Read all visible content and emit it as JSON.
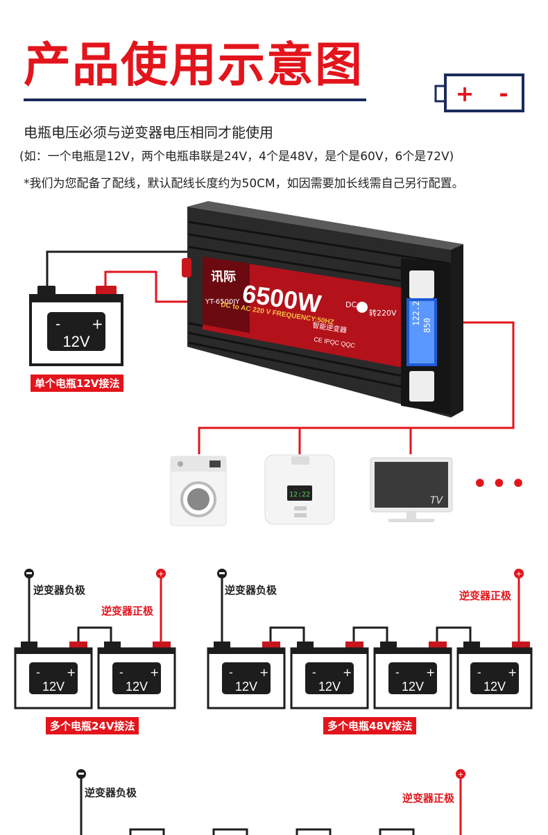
{
  "header": {
    "title": "产品使用示意图",
    "battery_icon": {
      "plus": "+",
      "minus": "-"
    }
  },
  "notes": {
    "line1": "电瓶电压必须与逆变器电压相同才能使用",
    "line2": "(如：一个电瓶是12V，两个电瓶串联是24V，4个是48V，是个是60V，6个是72V)",
    "line3": "*我们为您配备了配线，默认配线长度约为50CM，如因需要加长线需自己另行配置。"
  },
  "product": {
    "brand": "讯际",
    "model": "YT-6500JY",
    "power": "6500W",
    "spec_line": "DC to AC 220 V FREQUENCY:50HZ",
    "certs": "CE IPQC QQC",
    "dc_label": "DC",
    "ac_label": "转220V",
    "type_label": "智能逆变器",
    "lcd_values": [
      "122.2",
      "850"
    ]
  },
  "single": {
    "battery_voltage": "12V",
    "caption": "单个电瓶12V接法"
  },
  "appliances": {
    "washer_icon": "washing-machine-icon",
    "cooker_display": "12:22",
    "tv_label": "TV",
    "more": "•••"
  },
  "series24": {
    "neg_label": "逆变器负极",
    "pos_label": "逆变器正极",
    "batteries": [
      "12V",
      "12V"
    ],
    "caption": "多个电瓶24V接法"
  },
  "series48": {
    "neg_label": "逆变器负极",
    "pos_label": "逆变器正极",
    "batteries": [
      "12V",
      "12V",
      "12V",
      "12V"
    ],
    "caption": "多个电瓶48V接法"
  },
  "series_more": {
    "neg_label": "逆变器负极",
    "pos_label": "逆变器正极"
  },
  "colors": {
    "accent": "#e3141b",
    "navy": "#1a2a5a",
    "dark": "#1d1d1d"
  }
}
